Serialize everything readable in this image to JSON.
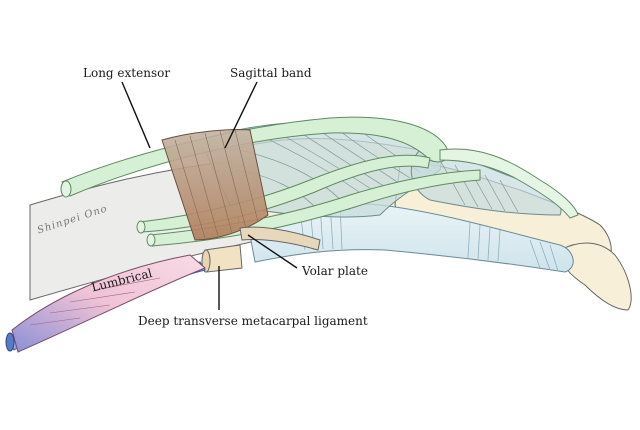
{
  "labels": {
    "long_extensor": "Long extensor",
    "sagittal_band": "Sagittal band",
    "volar_plate": "Volar plate",
    "deep_transverse_metacarpal_ligament": "Deep transverse metacarpal ligament",
    "lumbrical": "Lumbrical"
  },
  "signature": "Shinpei Ono",
  "colors": {
    "bone": "#f7efd8",
    "bone_shaft": "#ecece8",
    "extensor": "#d6f0d6",
    "sagittal": "#b99a7e",
    "hood": "#c9dedf",
    "flexor": "#ddeef3",
    "lumbrical": "#f2c9d8",
    "lumbrical_tendon": "#8fa8d8",
    "outline": "#555555",
    "leader": "#111111"
  }
}
